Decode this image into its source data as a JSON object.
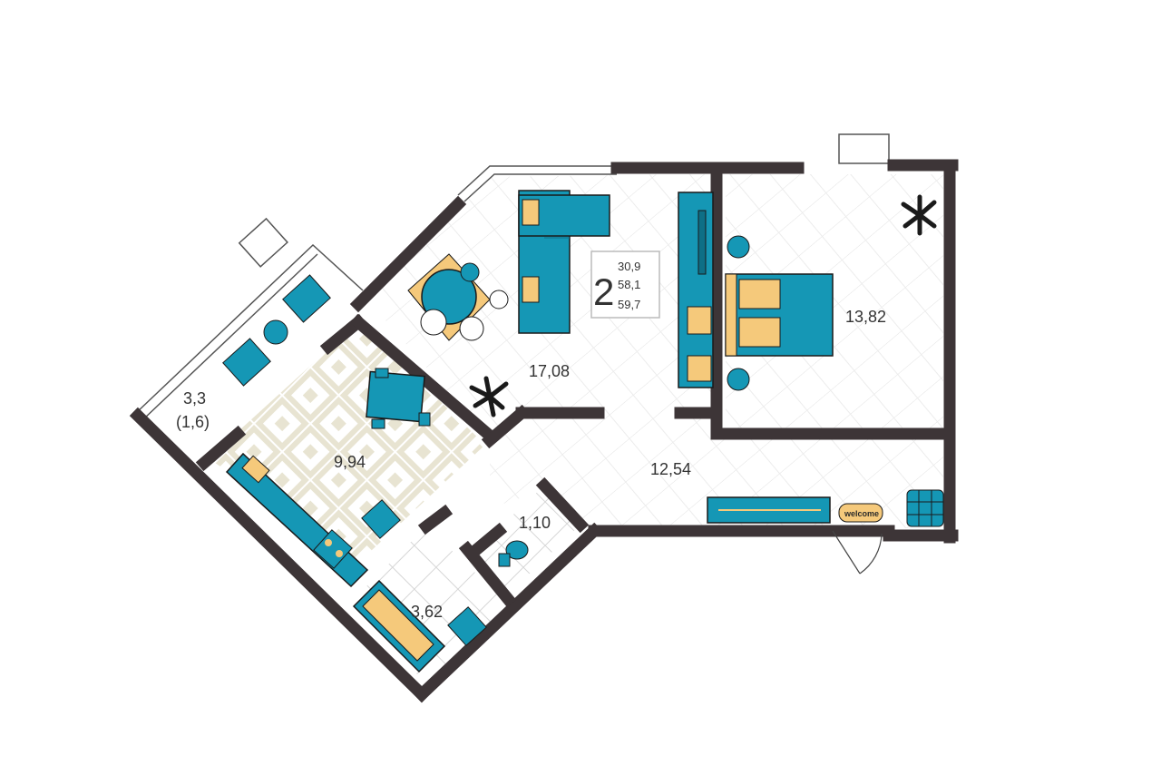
{
  "colors": {
    "wall": "#3d3537",
    "accent": "#1597b5",
    "accent_dark": "#0e6f86",
    "wood": "#f5c97b",
    "tile_line": "#d8d8d8",
    "kitchen_floor": "#e8e5d8"
  },
  "apartment": {
    "rooms_count": "2",
    "living_area": "30,9",
    "total_area": "58,1",
    "total_area_with_balcony": "59,7"
  },
  "rooms": {
    "balcony_area": "3,3",
    "balcony_area_reduced": "(1,6)",
    "kitchen_area": "9,94",
    "living_room_area": "17,08",
    "bedroom_area": "13,82",
    "hallway_area": "12,54",
    "bathroom_area": "3,62",
    "toilet_area": "1,10"
  },
  "doormat": {
    "text": "welcome"
  },
  "icons": [
    "sofa-icon",
    "dining-table-icon",
    "bed-icon",
    "plant-icon",
    "tv-stand-icon",
    "bathtub-icon",
    "toilet-icon",
    "sink-icon",
    "stove-icon",
    "kitchen-table-icon",
    "armchair-icon",
    "coat-rack-icon",
    "doormat-icon",
    "pouf-icon"
  ]
}
